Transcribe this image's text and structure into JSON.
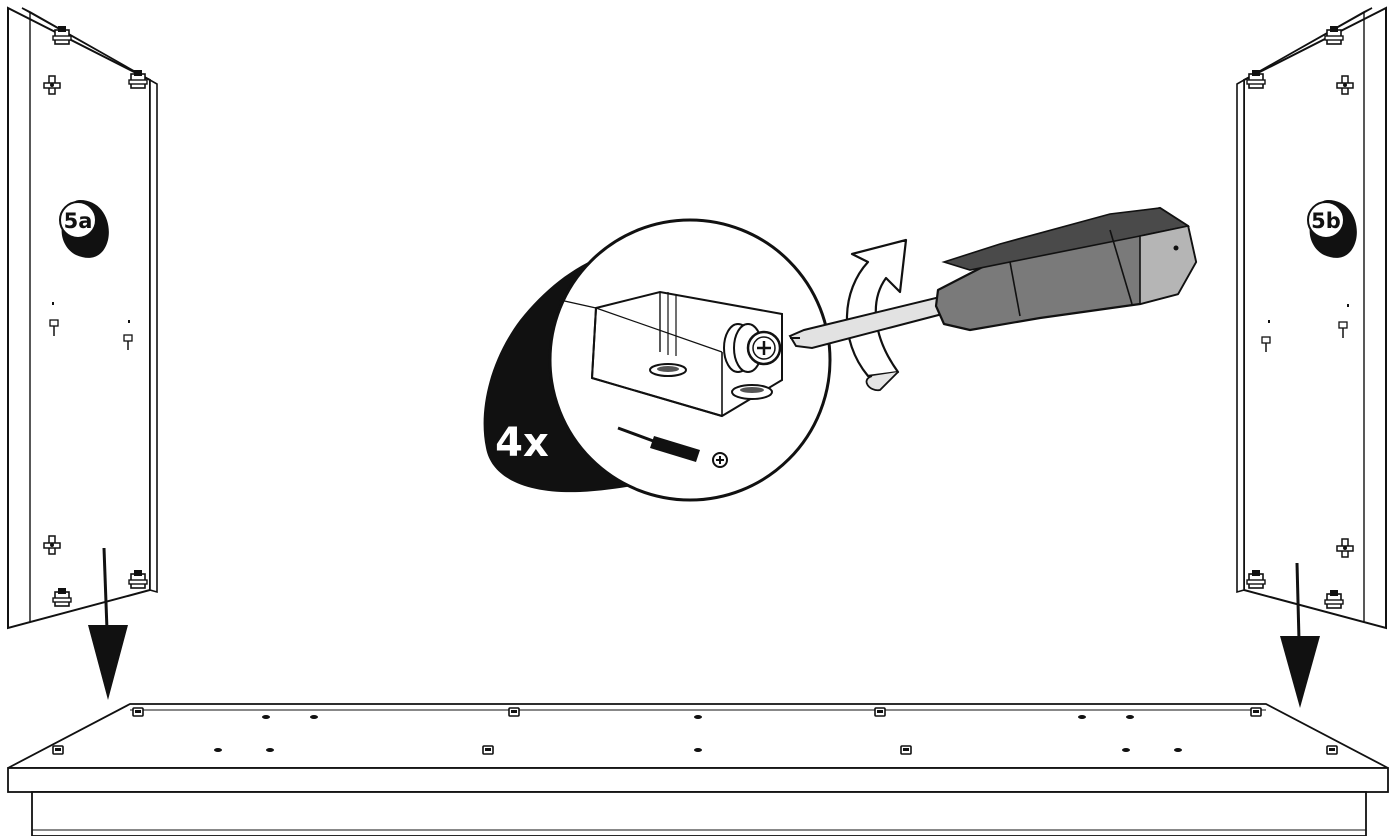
{
  "steps": {
    "left_panel_label": "5a",
    "right_panel_label": "5b"
  },
  "detail": {
    "quantity_label": "4x"
  },
  "colors": {
    "line": "#1a1a1a",
    "panel_fill": "#ffffff",
    "handle_dark": "#4a4a4a",
    "handle_mid": "#7a7a7a",
    "handle_light": "#b5b5b5",
    "shaft": "#e2e2e2"
  },
  "icons": [
    "screwdriver-icon",
    "rotation-arrow-icon",
    "phillips-head-icon",
    "down-arrow-icon",
    "cam-lock-icon"
  ]
}
